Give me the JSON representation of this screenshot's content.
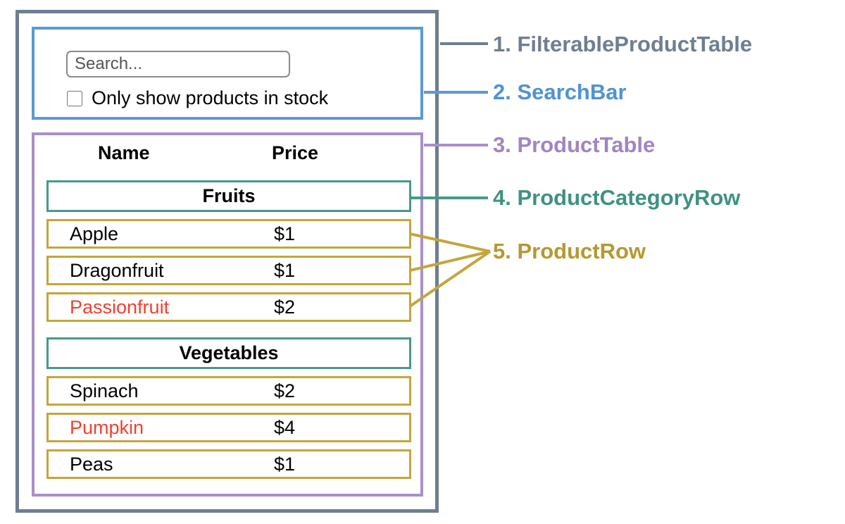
{
  "diagram": {
    "search_bar": {
      "placeholder": "Search...",
      "checkbox_label": "Only show products in stock",
      "checkbox_checked": false
    },
    "product_table": {
      "headers": {
        "name": "Name",
        "price": "Price"
      },
      "sections": [
        {
          "category": "Fruits",
          "rows": [
            {
              "name": "Apple",
              "price": "$1",
              "stocked": true
            },
            {
              "name": "Dragonfruit",
              "price": "$1",
              "stocked": true
            },
            {
              "name": "Passionfruit",
              "price": "$2",
              "stocked": false
            }
          ]
        },
        {
          "category": "Vegetables",
          "rows": [
            {
              "name": "Spinach",
              "price": "$2",
              "stocked": true
            },
            {
              "name": "Pumpkin",
              "price": "$4",
              "stocked": false
            },
            {
              "name": "Peas",
              "price": "$1",
              "stocked": true
            }
          ]
        }
      ]
    }
  },
  "annotations": [
    {
      "label": "1. FilterableProductTable",
      "color": "#6e7e91"
    },
    {
      "label": "2. SearchBar",
      "color": "#4f93d4"
    },
    {
      "label": "3. ProductTable",
      "color": "#a184c4"
    },
    {
      "label": "4. ProductCategoryRow",
      "color": "#3f9183"
    },
    {
      "label": "5. ProductRow",
      "color": "#b6982f"
    }
  ],
  "colors": {
    "out_of_stock_text": "#ef4130",
    "in_stock_text": "#000000",
    "background": "#ffffff"
  }
}
